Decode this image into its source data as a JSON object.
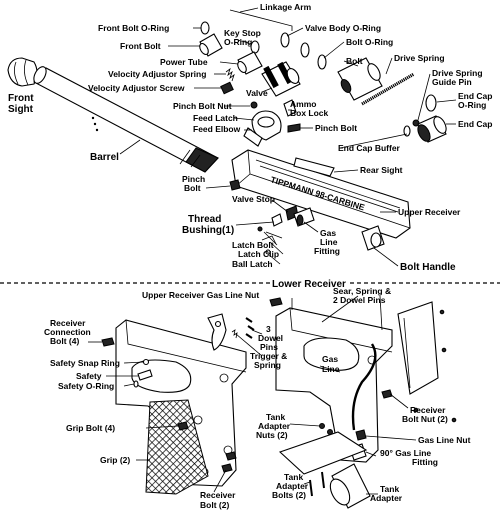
{
  "labels": {
    "linkage_arm": "Linkage Arm",
    "front_bolt_oring": "Front Bolt O-Ring",
    "valve_body_oring": "Valve Body O-Ring",
    "key_stop_oring_1": "Key Stop",
    "key_stop_oring_2": "O-Ring",
    "front_bolt": "Front Bolt",
    "bolt_oring": "Bolt O-Ring",
    "bolt": "Bolt",
    "drive_spring": "Drive Spring",
    "drive_spring_guide_1": "Drive Spring",
    "drive_spring_guide_2": "Guide Pin",
    "power_tube": "Power  Tube",
    "velocity_adjustor_spring": "Velocity Adjustor Spring",
    "velocity_adjustor_screw": "Velocity Adjustor Screw",
    "front_sight_1": "Front",
    "front_sight_2": "Sight",
    "valve": "Valve",
    "end_cap_oring_1": "End Cap",
    "end_cap_oring_2": "O-Ring",
    "end_cap": "End Cap",
    "pinch_bolt_nut": "Pinch Bolt Nut",
    "ammo_box_lock_1": "Ammo",
    "ammo_box_lock_2": "Box Lock",
    "feed_latch": "Feed Latch",
    "feed_elbow": "Feed Elbow",
    "pinch_bolt": "Pinch Bolt",
    "end_cap_buffer": "End Cap Buffer",
    "barrel": "Barrel",
    "rear_sight": "Rear Sight",
    "receiver_marking": "TIPPMANN 98-CARBINE",
    "pinch_bolt_lower_1": "Pinch",
    "pinch_bolt_lower_2": "Bolt",
    "valve_stop": "Valve Stop",
    "upper_receiver": "Upper Receiver",
    "thread_bushing_1": "Thread",
    "thread_bushing_2": "Bushing(1)",
    "gas_line_fitting_1": "Gas",
    "gas_line_fitting_2": "Line",
    "gas_line_fitting_3": "Fitting",
    "latch_bolt": "Latch Bolt",
    "latch_clip": "Latch Clip",
    "ball_latch": "Ball Latch",
    "bolt_handle": "Bolt Handle",
    "lower_receiver": "Lower Receiver",
    "upper_receiver_gas_line_nut": "Upper Receiver Gas Line Nut",
    "sear_spring_1": "Sear, Spring &",
    "sear_spring_2": "2 Dowel Pins",
    "receiver_connection_bolt_1": "Receiver",
    "receiver_connection_bolt_2": "Connection",
    "receiver_connection_bolt_3": "Bolt (4)",
    "three_dowel_pins_1": "3",
    "three_dowel_pins_2": "Dowel",
    "three_dowel_pins_3": "Pins",
    "trigger_spring_1": "Trigger &",
    "trigger_spring_2": "Spring",
    "safety_snap_ring": "Safety Snap Ring",
    "safety": "Safety",
    "safety_oring": "Safety O-Ring",
    "gas_line_1": "Gas",
    "gas_line_2": "Line",
    "grip_bolt": "Grip Bolt (4)",
    "receiver_bolt_nut_1": "Receiver",
    "receiver_bolt_nut_2": "Bolt Nut (2)",
    "tank_adapter_nuts_1": "Tank",
    "tank_adapter_nuts_2": "Adapter",
    "tank_adapter_nuts_3": "Nuts (2)",
    "gas_line_nut": "Gas Line Nut",
    "grip": "Grip (2)",
    "gas_line_fitting_90_1": "90° Gas Line",
    "gas_line_fitting_90_2": "Fitting",
    "receiver_bolt_1": "Receiver",
    "receiver_bolt_2": "Bolt (2)",
    "tank_adapter_bolts_1": "Tank",
    "tank_adapter_bolts_2": "Adapter",
    "tank_adapter_bolts_3": "Bolts (2)",
    "tank_adapter_1": "Tank",
    "tank_adapter_2": "Adapter"
  }
}
